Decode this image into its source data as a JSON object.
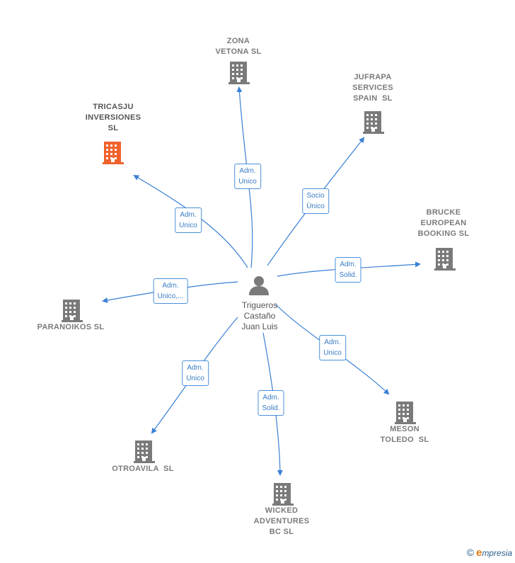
{
  "person": {
    "name": "Trigueros\nCastaño\nJuan Luis",
    "icon": "person-icon"
  },
  "companies": [
    {
      "id": "zona",
      "name": "ZONA\nVETONA SL",
      "highlight": false
    },
    {
      "id": "jufrapa",
      "name": "JUFRAPA\nSERVICES\nSPAIN  SL",
      "highlight": false
    },
    {
      "id": "tricasju",
      "name": "TRICASJU\nINVERSIONES\nSL",
      "highlight": true
    },
    {
      "id": "brucke",
      "name": "BRUCKE\nEUROPEAN\nBOOKING SL",
      "highlight": false
    },
    {
      "id": "paranoikos",
      "name": "PARANOIKOS SL",
      "highlight": false
    },
    {
      "id": "meson",
      "name": "MESON\nTOLEDO  SL",
      "highlight": false
    },
    {
      "id": "otroavila",
      "name": "OTROAVILA  SL",
      "highlight": false
    },
    {
      "id": "wicked",
      "name": "WICKED\nADVENTURES\nBC SL",
      "highlight": false
    }
  ],
  "relations": [
    {
      "to": "zona",
      "label": "Adm.\nUnico"
    },
    {
      "to": "jufrapa",
      "label": "Socio\nÚnico"
    },
    {
      "to": "tricasju",
      "label": "Adm.\nUnico"
    },
    {
      "to": "brucke",
      "label": "Adm.\nSolid."
    },
    {
      "to": "paranoikos",
      "label": "Adm.\nUnico,..."
    },
    {
      "to": "meson",
      "label": "Adm.\nUnico"
    },
    {
      "to": "otroavila",
      "label": "Adm.\nUnico"
    },
    {
      "to": "wicked",
      "label": "Adm.\nSolid."
    }
  ],
  "colors": {
    "edge": "#3a7fd5",
    "building": "#7a7a7a",
    "highlight": "#f0622d"
  },
  "footer": {
    "copyright": "©",
    "brand_initial": "e",
    "brand_rest": "mpresia"
  }
}
